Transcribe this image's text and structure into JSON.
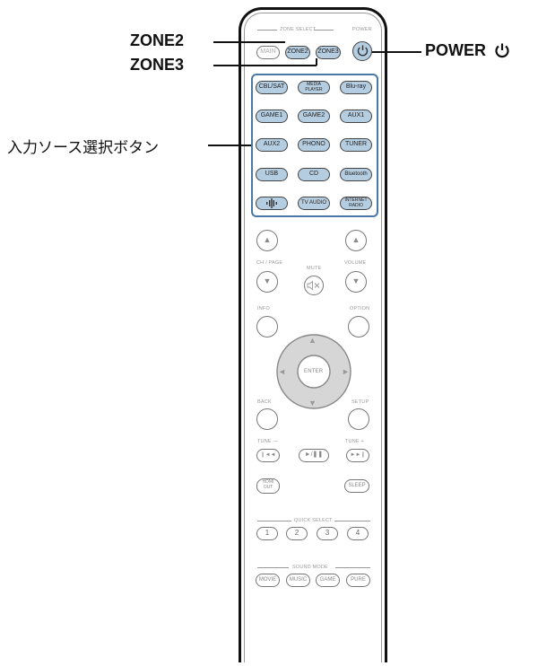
{
  "callouts": {
    "zone2": "ZONE2",
    "zone3": "ZONE3",
    "power": "POWER",
    "input_source": "入力ソース選択ボタン"
  },
  "top": {
    "zone_select_label": "ZONE SELECT",
    "power_label": "POWER",
    "main": "MAIN",
    "zone2": "ZONE2",
    "zone3": "ZONE3"
  },
  "sources": {
    "cbl_sat": "CBL/SAT",
    "media_player_1": "MEDIA",
    "media_player_2": "PLAYER",
    "bluray": "Blu-ray",
    "game1": "GAME1",
    "game2": "GAME2",
    "aux1": "AUX1",
    "aux2": "AUX2",
    "phono": "PHONO",
    "tuner": "TUNER",
    "usb": "USB",
    "cd": "CD",
    "bluetooth": "Bluetooth",
    "tv_audio": "TV AUDIO",
    "internet_radio_1": "INTERNET",
    "internet_radio_2": "RADIO"
  },
  "controls": {
    "ch_page": "CH / PAGE",
    "mute": "MUTE",
    "volume": "VOLUME",
    "info": "INFO",
    "option": "OPTION",
    "enter": "ENTER",
    "back": "BACK",
    "setup": "SETUP",
    "tune_minus": "TUNE —",
    "tune_plus": "TUNE +",
    "play_pause": "►/❚❚",
    "hdmi_out_1": "HDMI",
    "hdmi_out_2": "OUT",
    "sleep": "SLEEP"
  },
  "quick_select": {
    "label": "QUICK SELECT",
    "keys": [
      "1",
      "2",
      "3",
      "4"
    ]
  },
  "sound_mode": {
    "label": "SOUND MODE",
    "movie": "MOVIE",
    "music": "MUSIC",
    "game": "GAME",
    "pure": "PURE"
  },
  "colors": {
    "highlight": "#b5cde0",
    "outline": "#777777"
  }
}
